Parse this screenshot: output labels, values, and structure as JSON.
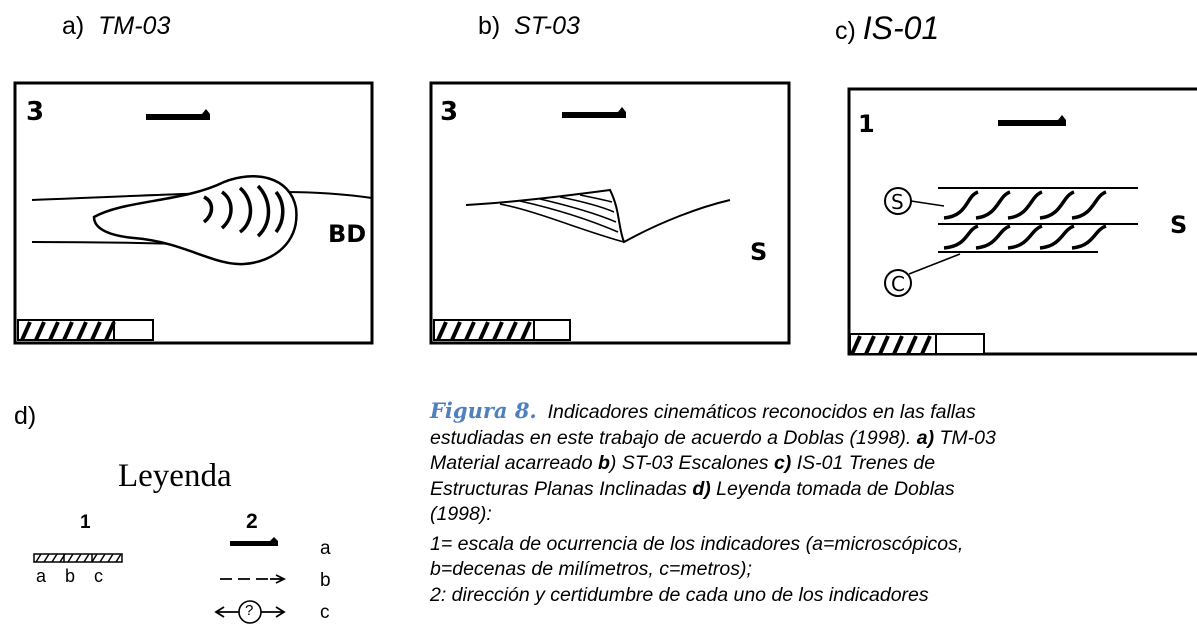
{
  "panels": [
    {
      "letter": "a)",
      "code": "TM-03",
      "number": "3",
      "right_label": "BD"
    },
    {
      "letter": "b)",
      "code": "ST-03",
      "number": "3",
      "right_label": "S"
    },
    {
      "letter": "c)",
      "code": "IS-01",
      "number": "1",
      "right_label": "S",
      "circle_s": "S",
      "circle_c": "C"
    }
  ],
  "legend": {
    "panel_letter": "d)",
    "title": "Leyenda",
    "col1": "1",
    "col2": "2",
    "scale_letters": "a b c",
    "row_a": "a",
    "row_b": "b",
    "row_c": "c",
    "question": "?"
  },
  "caption": {
    "figure_label": "Figura 8.",
    "line1": "Indicadores cinemáticos reconocidos en las fallas",
    "line2_pre": "estudiadas en este trabajo de acuerdo a Doblas (1998). ",
    "line2_a": "a)",
    "line2_post": " TM-03",
    "line3_pre": "Material acarreado ",
    "line3_b": "b",
    "line3_mid": ") ST-03 Escalones ",
    "line3_c": "c)",
    "line3_post": " IS-01 Trenes de",
    "line4_pre": "Estructuras Planas Inclinadas ",
    "line4_d": "d)",
    "line4_post": " Leyenda tomada de Doblas",
    "line5": "(1998):",
    "line6": "1= escala de ocurrencia  de los indicadores (a=microscópicos,",
    "line7": "b=decenas de milímetros, c=metros);",
    "line8": "2: dirección y certidumbre de cada uno de los indicadores"
  }
}
